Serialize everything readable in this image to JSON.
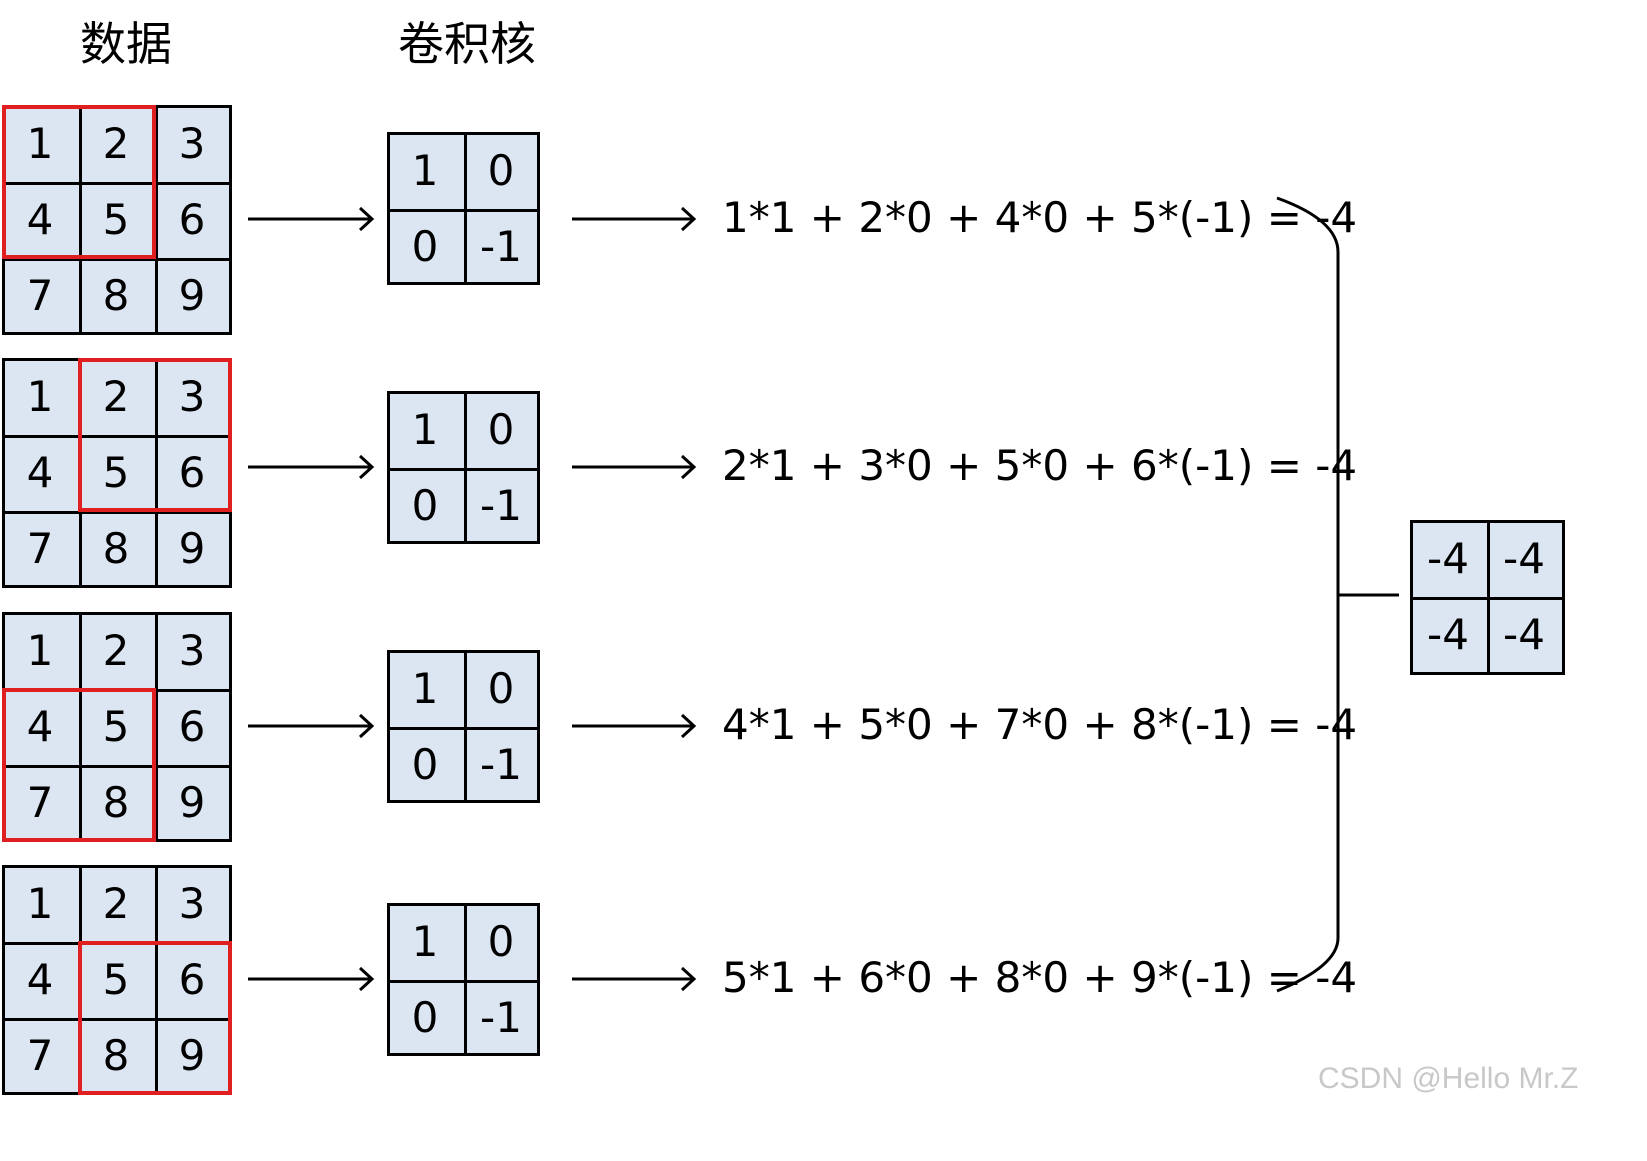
{
  "titles": {
    "data": "数据",
    "kernel": "卷积核"
  },
  "rows": [
    {
      "matrix": [
        [
          "1",
          "2",
          "3"
        ],
        [
          "4",
          "5",
          "6"
        ],
        [
          "7",
          "8",
          "9"
        ]
      ],
      "window_row": 0,
      "window_col": 0,
      "kernel": [
        [
          "1",
          "0"
        ],
        [
          "0",
          "-1"
        ]
      ],
      "formula": "1*1 + 2*0 + 4*0 + 5*(-1) = -4"
    },
    {
      "matrix": [
        [
          "1",
          "2",
          "3"
        ],
        [
          "4",
          "5",
          "6"
        ],
        [
          "7",
          "8",
          "9"
        ]
      ],
      "window_row": 0,
      "window_col": 1,
      "kernel": [
        [
          "1",
          "0"
        ],
        [
          "0",
          "-1"
        ]
      ],
      "formula": "2*1 + 3*0 + 5*0 + 6*(-1) = -4"
    },
    {
      "matrix": [
        [
          "1",
          "2",
          "3"
        ],
        [
          "4",
          "5",
          "6"
        ],
        [
          "7",
          "8",
          "9"
        ]
      ],
      "window_row": 1,
      "window_col": 0,
      "kernel": [
        [
          "1",
          "0"
        ],
        [
          "0",
          "-1"
        ]
      ],
      "formula": "4*1 + 5*0 + 7*0 + 8*(-1) = -4"
    },
    {
      "matrix": [
        [
          "1",
          "2",
          "3"
        ],
        [
          "4",
          "5",
          "6"
        ],
        [
          "7",
          "8",
          "9"
        ]
      ],
      "window_row": 1,
      "window_col": 1,
      "kernel": [
        [
          "1",
          "0"
        ],
        [
          "0",
          "-1"
        ]
      ],
      "formula": "5*1 + 6*0 + 8*0 + 9*(-1) = -4"
    }
  ],
  "output": [
    [
      "-4",
      "-4"
    ],
    [
      "-4",
      "-4"
    ]
  ],
  "watermark": "CSDN @Hello Mr.Z",
  "colors": {
    "cell_fill": "#dce6f2",
    "highlight": "#e02020",
    "border": "#000000"
  }
}
